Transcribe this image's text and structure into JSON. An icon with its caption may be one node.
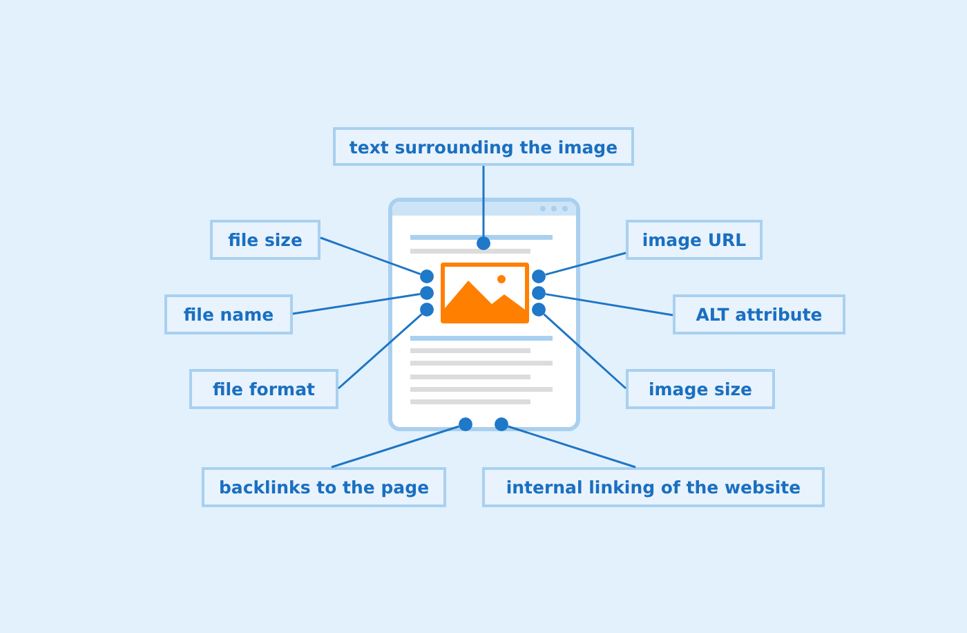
{
  "diagram": {
    "nodes": [
      {
        "text": [
          "text surrounding the image"
        ]
      },
      {
        "text": [
          "file size"
        ]
      },
      {
        "text": [
          "image URL"
        ]
      },
      {
        "text": [
          "file name"
        ]
      },
      {
        "text": [
          "ALT attribute"
        ]
      },
      {
        "text": [
          "file format"
        ]
      },
      {
        "text": [
          "image size"
        ]
      },
      {
        "text": [
          "backlinks to the page"
        ]
      },
      {
        "text": [
          "internal linking of the website"
        ]
      },
      {
        "text": [],
        "shape": "picture"
      },
      {
        "text": [],
        "shape": "circle",
        "in": 9
      },
      {
        "text": [],
        "shape": "circle",
        "in": 9
      },
      {
        "text": [],
        "shape": "circle",
        "in": 9
      },
      {
        "text": [],
        "shape": "circle",
        "in": 9
      },
      {
        "text": [],
        "shape": "circle",
        "in": 9
      },
      {
        "text": [],
        "shape": "circle",
        "in": 9
      },
      {
        "text": [],
        "shape": "circle",
        "in": 9
      },
      {
        "text": [],
        "shape": "circle",
        "in": 9
      },
      {
        "text": [],
        "shape": "circle",
        "in": 9
      }
    ],
    "edges": [
      {
        "from": 0,
        "to": 10,
        "arrow": "none"
      },
      {
        "from": 1,
        "to": 11,
        "arrow": "none"
      },
      {
        "from": 2,
        "to": 12,
        "arrow": "none"
      },
      {
        "from": 3,
        "to": 13,
        "arrow": "none"
      },
      {
        "from": 4,
        "to": 14,
        "arrow": "none"
      },
      {
        "from": 5,
        "to": 15,
        "arrow": "none"
      },
      {
        "from": 6,
        "to": 16,
        "arrow": "none"
      },
      {
        "from": 7,
        "to": 17,
        "arrow": "none"
      },
      {
        "from": 8,
        "to": 18,
        "arrow": "none"
      }
    ]
  }
}
